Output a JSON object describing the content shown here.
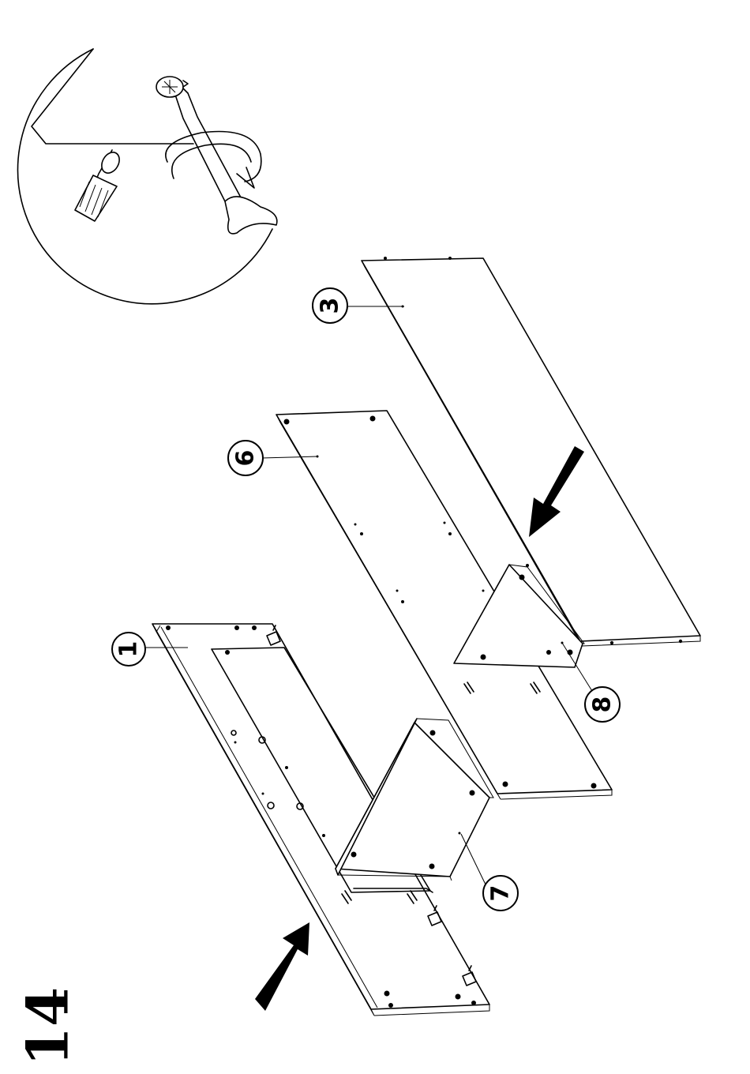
{
  "step": {
    "number": "14"
  },
  "parts": [
    {
      "id": "part-1",
      "label": "1"
    },
    {
      "id": "part-3",
      "label": "3"
    },
    {
      "id": "part-6",
      "label": "6"
    },
    {
      "id": "part-7",
      "label": "7"
    },
    {
      "id": "part-8",
      "label": "8"
    }
  ],
  "detail": {
    "icons": [
      "screw-icon",
      "screwdriver-icon",
      "rotate-arrow-icon",
      "cross-head-icon"
    ]
  },
  "arrows": [
    "insert-arrow-left",
    "insert-arrow-right"
  ],
  "colors": {
    "ink": "#000000",
    "paper": "#ffffff"
  }
}
